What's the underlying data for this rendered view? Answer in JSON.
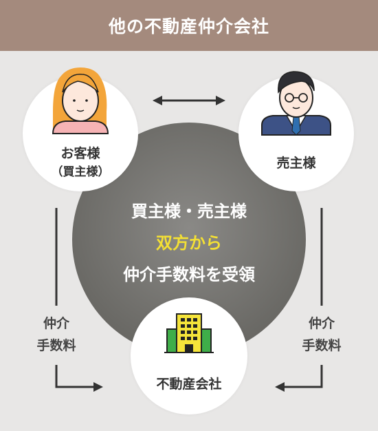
{
  "header": {
    "title": "他の不動産仲介会社"
  },
  "nodes": {
    "customer": {
      "line1": "お客様",
      "line2": "（買主様）",
      "icon": "woman-icon"
    },
    "seller": {
      "label": "売主様",
      "icon": "businessman-icon"
    },
    "agency": {
      "label": "不動産会社",
      "icon": "building-icon"
    }
  },
  "center": {
    "line1": "買主様・売主様",
    "line2": "双方から",
    "line3": "仲介手数料を受領"
  },
  "side_labels": {
    "left": {
      "line1": "仲介",
      "line2": "手数料"
    },
    "right": {
      "line1": "仲介",
      "line2": "手数料"
    }
  },
  "colors": {
    "header_bg": "#a48a7d",
    "background": "#e8e7e6",
    "highlight": "#f4e034",
    "arrow": "#333333"
  }
}
